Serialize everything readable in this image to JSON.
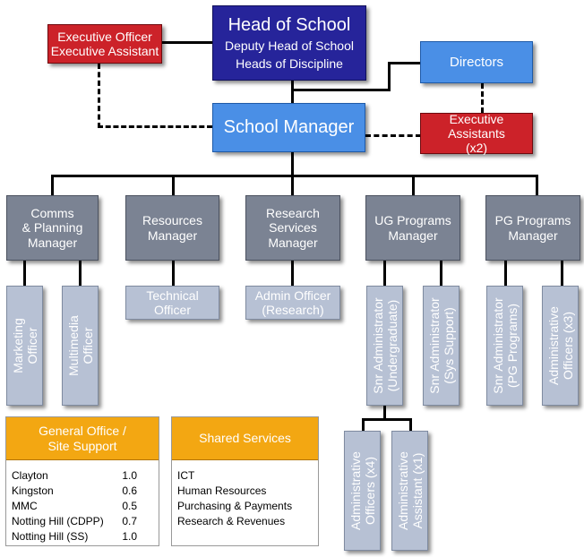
{
  "head": {
    "title": "Head of School",
    "line2": "Deputy Head of School",
    "line3": "Heads of Discipline"
  },
  "exec_officer": {
    "line1": "Executive Officer",
    "line2": "Executive Assistant"
  },
  "directors": "Directors",
  "exec_assistants": {
    "line1": "Executive Assistants",
    "line2": "(x2)"
  },
  "school_manager": "School Manager",
  "managers": [
    {
      "line1": "Comms",
      "line2": "& Planning",
      "line3": "Manager"
    },
    {
      "line1": "Resources",
      "line2": "Manager"
    },
    {
      "line1": "Research",
      "line2": "Services",
      "line3": "Manager"
    },
    {
      "line1": "UG Programs",
      "line2": "Manager"
    },
    {
      "line1": "PG Programs",
      "line2": "Manager"
    }
  ],
  "staff": {
    "marketing": {
      "line1": "Marketing",
      "line2": "Officer"
    },
    "multimedia": {
      "line1": "Multimedia",
      "line2": "Officer"
    },
    "technical": {
      "line1": "Technical",
      "line2": "Officer"
    },
    "admin_research": {
      "line1": "Admin Officer",
      "line2": "(Research)"
    },
    "snr_ug": {
      "line1": "Snr Administrator",
      "line2": "(Undergraduate)"
    },
    "snr_sys": {
      "line1": "Snr Administrator",
      "line2": "(Sys Support)"
    },
    "snr_pg": {
      "line1": "Snr Administrator",
      "line2": "(PG Programs)"
    },
    "admin_x3": {
      "line1": "Administrative",
      "line2": "Officers (x3)"
    },
    "admin_x4": {
      "line1": "Administrative",
      "line2": "Officers (x4)"
    },
    "assistant_x1": {
      "line1": "Administrative",
      "line2": "Assistant (x1)"
    }
  },
  "general_office": {
    "title_line1": "General Office /",
    "title_line2": "Site Support",
    "rows": [
      {
        "name": "Clayton",
        "value": "1.0"
      },
      {
        "name": "Kingston",
        "value": "0.6"
      },
      {
        "name": "MMC",
        "value": "0.5"
      },
      {
        "name": "Notting Hill (CDPP)",
        "value": "0.7"
      },
      {
        "name": "Notting Hill (SS)",
        "value": "1.0"
      }
    ]
  },
  "shared_services": {
    "title": "Shared Services",
    "items": [
      "ICT",
      "Human Resources",
      "Purchasing & Payments",
      "Research & Revenues"
    ]
  },
  "colors": {
    "navy": "#26249a",
    "red": "#cc2229",
    "blue": "#4a8fe6",
    "grey": "#7b8393",
    "light": "#b7c1d4",
    "orange": "#f3a712"
  }
}
